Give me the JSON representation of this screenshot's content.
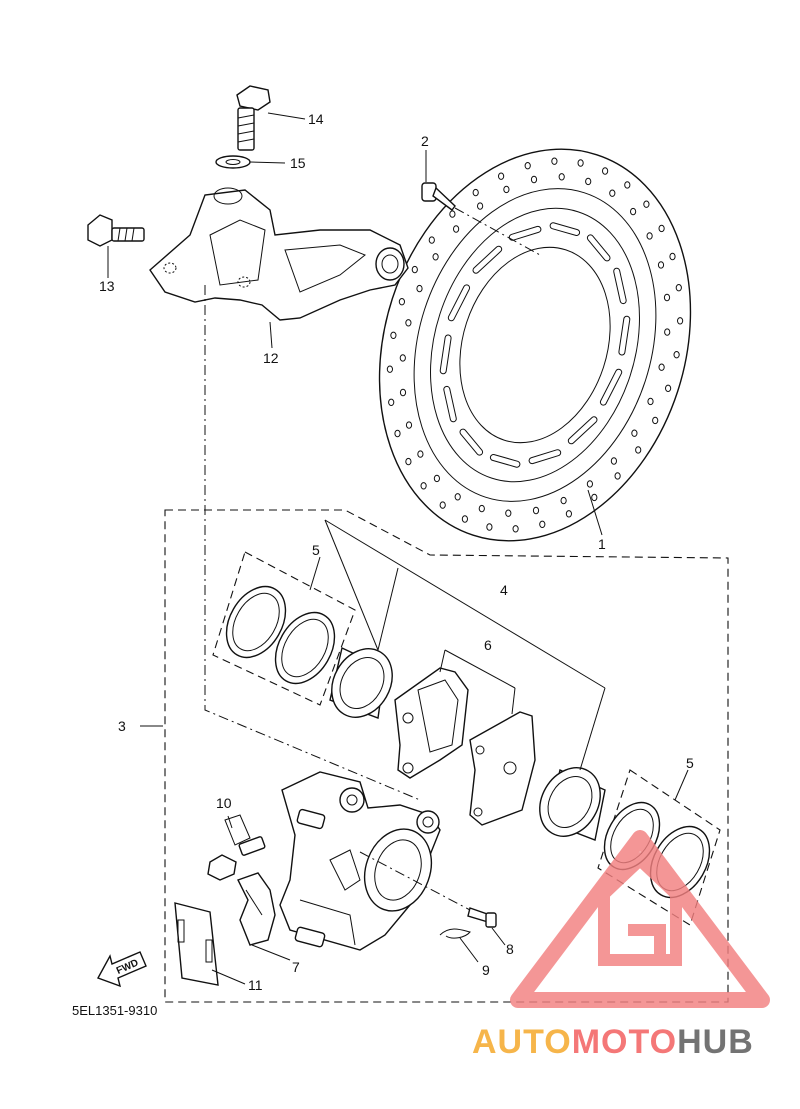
{
  "diagram": {
    "code": "5EL1351-9310",
    "fwd_label": "FWD",
    "callouts": [
      "1",
      "2",
      "3",
      "4",
      "5",
      "5",
      "6",
      "7",
      "8",
      "9",
      "10",
      "11",
      "12",
      "13",
      "14",
      "15"
    ]
  },
  "watermark": {
    "part1": "AUTO",
    "part2": "MOTO",
    "part3": "HUB",
    "color_primary": "#f5a623",
    "color_secondary": "#f25a5a",
    "color_tertiary": "#555555"
  }
}
